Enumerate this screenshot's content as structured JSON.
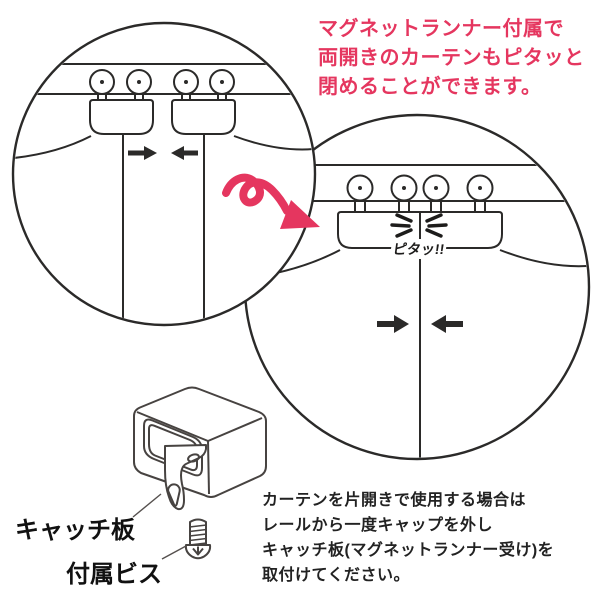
{
  "colors": {
    "accent_pink": "#e5365f",
    "ink": "#2b2a29",
    "line_gray": "#474341"
  },
  "heading": {
    "lines": [
      "マグネットランナー付属で",
      "両開きのカーテンもピタッと",
      "閉めることができます。"
    ]
  },
  "diagram": {
    "snap_label": "ピタッ!!"
  },
  "parts": {
    "catch_plate_label": "キャッチ板",
    "screw_label": "付属ビス"
  },
  "note": {
    "lines": [
      "カーテンを片開きで使用する場合は",
      "レールから一度キャップを外し",
      "キャッチ板(マグネットランナー受け)を",
      "取付けてください。"
    ]
  }
}
